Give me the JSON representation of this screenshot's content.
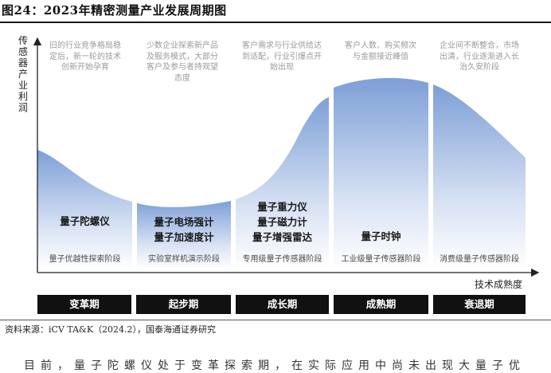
{
  "figure_title": "图24：2023年精密测量产业发展周期图",
  "y_axis_label": "传感器产业利润",
  "x_axis_label": "技术成熟度",
  "descriptions": [
    "旧的行业竞争格局稳定后，新一轮的技术创新开始孕育",
    "少数企业探索新产品及服务模式，大部分客户及参与者持观望态度",
    "客户需求与行业供给达到适配，行业引爆点开始出现",
    "客户人数、购买频次与金额接近峰值",
    "企业间不断整合，市场出清，行业逐渐进入长治久安阶段"
  ],
  "stage_products": [
    [
      "量子陀螺仪"
    ],
    [
      "量子电场强计",
      "量子加速度计"
    ],
    [
      "量子重力仪",
      "量子磁力计",
      "量子增强雷达"
    ],
    [
      "量子时钟"
    ],
    []
  ],
  "applications": [
    "量子优越性探索阶段",
    "实验室样机演示阶段",
    "专用级量子传感器阶段",
    "工业级量子传感器阶段",
    "消费级量子传感器阶段"
  ],
  "phases": [
    "变革期",
    "起步期",
    "成长期",
    "成熟期",
    "衰退期"
  ],
  "source_note": "资料来源：iCV TA&K（2024.2），国泰海通证券研究",
  "body_text_partial": "目前，量子陀螺仪处于变革探索期，在实际应用中尚未出现大量子优",
  "colors": {
    "curve_top": "#86a6d9",
    "curve_bottom": "#ffffff",
    "phase_bg": "#111111"
  }
}
